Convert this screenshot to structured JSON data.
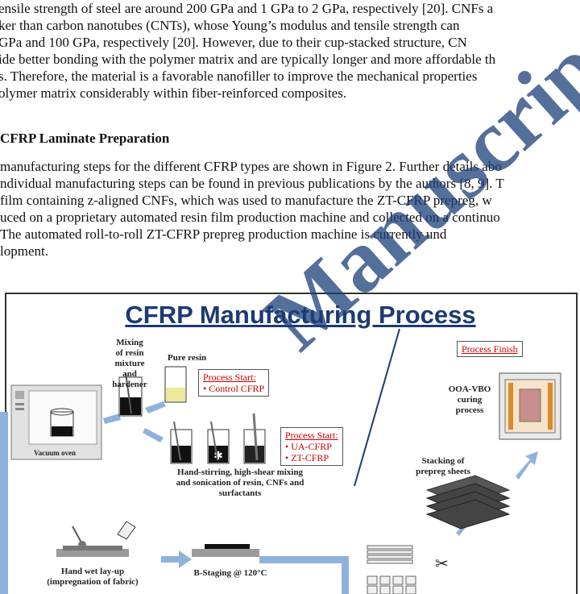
{
  "paragraph1": [
    "ensile strength of steel are around 200 GPa and 1 GPa to 2 GPa, respectively [20]. CNFs a",
    "ker than carbon nanotubes (CNTs), whose Young’s modulus and tensile strength can",
    " GPa and 100 GPa, respectively [20]. However, due to their cup-stacked structure, CN",
    "ide better bonding with the polymer matrix and are typically longer and more affordable th",
    "s. Therefore, the material is a favorable nanofiller to improve the mechanical properties",
    "olymer matrix considerably within fiber-reinforced composites."
  ],
  "section_heading": "CFRP Laminate Preparation",
  "paragraph2": [
    "manufacturing steps for the different CFRP types are shown in Figure 2. Further details abo",
    "ndividual manufacturing steps can be found in previous publications by the authors [8, 9]. T",
    "film containing z-aligned CNFs, which was used to manufacture the ZT-CFRP prepreg, w",
    "uced on a proprietary automated resin film production machine and collected on a continuo",
    "The automated roll-to-roll ZT-CFRP prepreg production machine is currently und",
    "lopment."
  ],
  "watermark": "Manuscript",
  "figure": {
    "title": "CFRP Manufacturing Process",
    "labels": {
      "mixing": "Mixing\nof resin\nmixture\nand\nhardener",
      "pure_resin": "Pure resin",
      "vacuum_oven": "Vacuum oven",
      "hand_stirring": "Hand-stirring, high-shear mixing\nand sonication of resin, CNFs and\nsurfactants",
      "hand_wet": "Hand wet lay-up\n(impregnation of fabric)",
      "b_staging": "B-Staging @ 120°C",
      "stacking": "Stacking of\nprepreg sheets",
      "ooa": "OOA-VBO\ncuring\nprocess"
    },
    "process_start_1": {
      "heading": "Process Start:",
      "items": [
        "• Control CFRP"
      ]
    },
    "process_start_2": {
      "heading": "Process Start:",
      "items": [
        "• UA-CFRP",
        "• ZT-CFRP"
      ]
    },
    "process_finish": "Process Finish",
    "colors": {
      "arrow": "#8fb2dd",
      "title": "#1c3a73",
      "red": "#cc0000"
    }
  }
}
